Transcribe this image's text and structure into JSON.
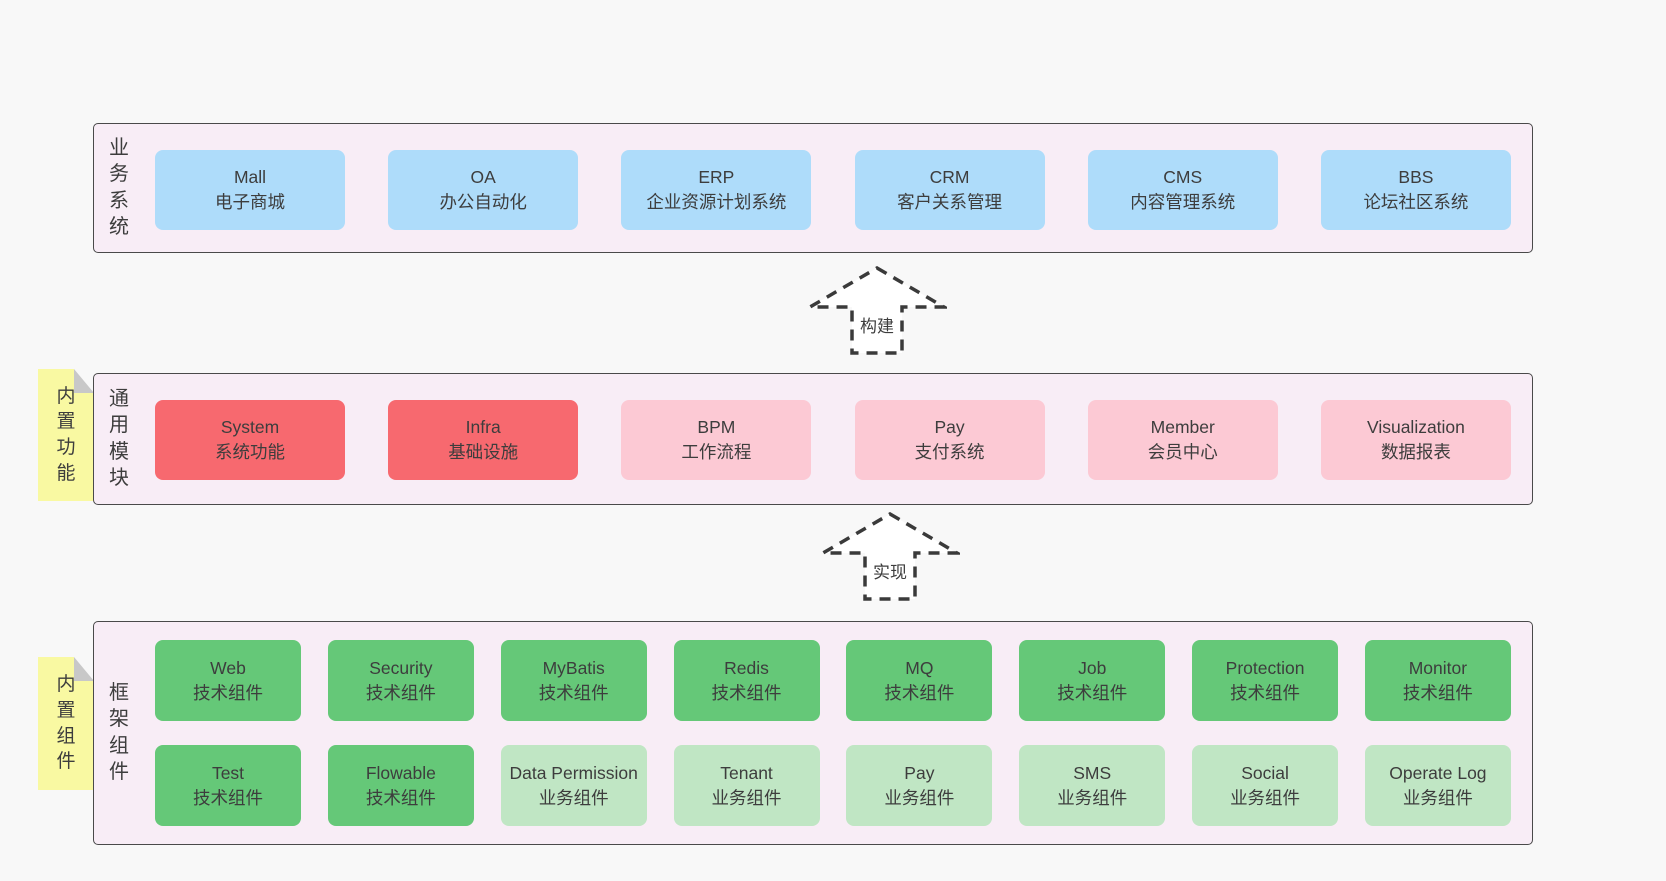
{
  "colors": {
    "background": "#f8f8f8",
    "panel_bg": "#f8edf6",
    "panel_border": "#4a4a4a",
    "box_blue": "#aedcfa",
    "box_red": "#f7696f",
    "box_pink": "#fcc9d4",
    "box_green": "#65c878",
    "box_green_light": "#c0e6c4",
    "sticky_yellow": "#f9f9a2",
    "fold_gray": "#c8c8c8",
    "text": "#3d3d3d",
    "arrow_stroke": "#3a3a3a"
  },
  "arrows": [
    {
      "label": "构建"
    },
    {
      "label": "实现"
    }
  ],
  "layers": {
    "business": {
      "label": "业务系统",
      "boxes": [
        {
          "name": "Mall",
          "desc": "电子商城",
          "variant": "blue"
        },
        {
          "name": "OA",
          "desc": "办公自动化",
          "variant": "blue"
        },
        {
          "name": "ERP",
          "desc": "企业资源计划系统",
          "variant": "blue"
        },
        {
          "name": "CRM",
          "desc": "客户关系管理",
          "variant": "blue"
        },
        {
          "name": "CMS",
          "desc": "内容管理系统",
          "variant": "blue"
        },
        {
          "name": "BBS",
          "desc": "论坛社区系统",
          "variant": "blue"
        }
      ]
    },
    "modules": {
      "label": "通用模块",
      "sticky": "内置功能",
      "boxes": [
        {
          "name": "System",
          "desc": "系统功能",
          "variant": "red"
        },
        {
          "name": "Infra",
          "desc": "基础设施",
          "variant": "red"
        },
        {
          "name": "BPM",
          "desc": "工作流程",
          "variant": "pink"
        },
        {
          "name": "Pay",
          "desc": "支付系统",
          "variant": "pink"
        },
        {
          "name": "Member",
          "desc": "会员中心",
          "variant": "pink"
        },
        {
          "name": "Visualization",
          "desc": "数据报表",
          "variant": "pink"
        }
      ]
    },
    "framework": {
      "label": "框架组件",
      "sticky": "内置组件",
      "rows": [
        [
          {
            "name": "Web",
            "desc": "技术组件",
            "variant": "green"
          },
          {
            "name": "Security",
            "desc": "技术组件",
            "variant": "green"
          },
          {
            "name": "MyBatis",
            "desc": "技术组件",
            "variant": "green"
          },
          {
            "name": "Redis",
            "desc": "技术组件",
            "variant": "green"
          },
          {
            "name": "MQ",
            "desc": "技术组件",
            "variant": "green"
          },
          {
            "name": "Job",
            "desc": "技术组件",
            "variant": "green"
          },
          {
            "name": "Protection",
            "desc": "技术组件",
            "variant": "green"
          },
          {
            "name": "Monitor",
            "desc": "技术组件",
            "variant": "green"
          }
        ],
        [
          {
            "name": "Test",
            "desc": "技术组件",
            "variant": "green"
          },
          {
            "name": "Flowable",
            "desc": "技术组件",
            "variant": "green"
          },
          {
            "name": "Data Permission",
            "desc": "业务组件",
            "variant": "green-light"
          },
          {
            "name": "Tenant",
            "desc": "业务组件",
            "variant": "green-light"
          },
          {
            "name": "Pay",
            "desc": "业务组件",
            "variant": "green-light"
          },
          {
            "name": "SMS",
            "desc": "业务组件",
            "variant": "green-light"
          },
          {
            "name": "Social",
            "desc": "业务组件",
            "variant": "green-light"
          },
          {
            "name": "Operate Log",
            "desc": "业务组件",
            "variant": "green-light"
          }
        ]
      ]
    }
  }
}
